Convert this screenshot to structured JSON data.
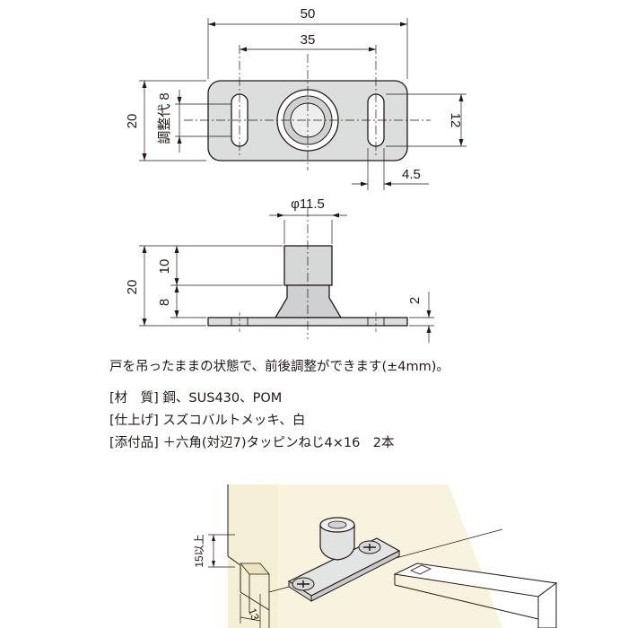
{
  "top_view": {
    "dim_overall_width": "50",
    "dim_hole_pitch": "35",
    "dim_height": "20",
    "dim_adjust": "調整代 8",
    "dim_slot_length": "12",
    "dim_slot_width": "4.5"
  },
  "side_view": {
    "dim_pin_diameter": "φ11.5",
    "dim_total_height": "20",
    "dim_pin_height": "10",
    "dim_base_height": "8",
    "dim_plate_thickness": "2"
  },
  "notes": {
    "line1": "戸を吊ったままの状態で、前後調整ができます(±4mm)。",
    "material_label": "[材　質]",
    "material_value": " 鋼、SUS430、POM",
    "finish_label": "[仕上げ]",
    "finish_value": " スズコバルトメッキ、白",
    "accessory_label": "[添付品]",
    "accessory_value": " ＋六角(対辺7)タッピンねじ4×16　2本"
  },
  "install_view": {
    "dim_depth": "15以上",
    "dim_width": "13"
  },
  "colors": {
    "line": "#231815",
    "plate_fill": "#dcdddd",
    "door_fill": "#f5efd6",
    "door_edge": "#e8dfbd"
  }
}
